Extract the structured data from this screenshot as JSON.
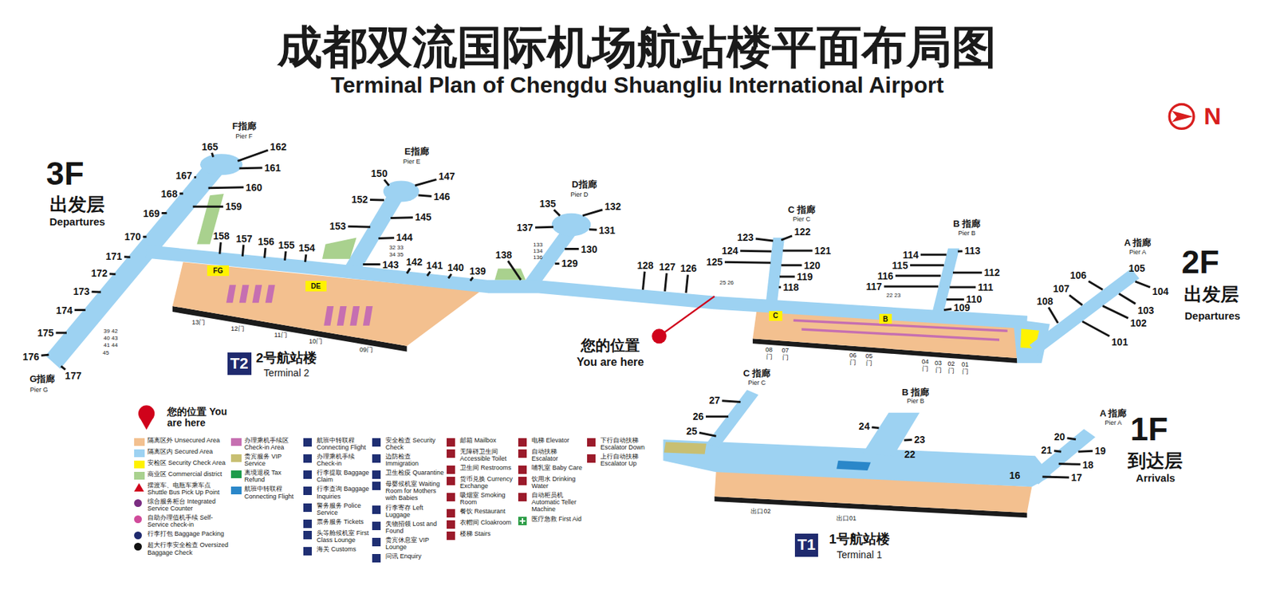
{
  "diagram": {
    "title": "成都双流国际机场航站楼平面布局图",
    "nodes": [
      {
        "text": [
          "FG"
        ]
      },
      {
        "text": [
          "DE"
        ]
      },
      {
        "text": [
          "T2"
        ]
      },
      {
        "text": [
          "C"
        ]
      },
      {
        "text": [
          "B"
        ]
      },
      {
        "text": [
          "T1"
        ]
      }
    ],
    "labels": [
      "Terminal Plan of Chengdu Shuangliu International Airport",
      "3F",
      "出发层",
      "Departures",
      "2F",
      "出发层",
      "Departures",
      "1F",
      "到达层",
      "Arrivals",
      "N",
      "您的位置",
      "You are here",
      "2号航站楼",
      "Terminal 2",
      "1号航站楼",
      "Terminal 1",
      "F指廊",
      "Pier F",
      "E指廊",
      "Pier E",
      "D指廊",
      "Pier D",
      "C 指廊",
      "Pier C",
      "B 指廊",
      "Pier B",
      "A 指廊",
      "Pier A",
      "G指廊",
      "Pier G",
      "C 指廊",
      "Pier C",
      "B 指廊",
      "Pier B",
      "A 指廊",
      "Pier A",
      "165",
      "162",
      "161",
      "167",
      "160",
      "168",
      "159",
      "169",
      "170",
      "158",
      "157",
      "156",
      "155",
      "154",
      "171",
      "172",
      "173",
      "174",
      "175",
      "176",
      "177",
      "150",
      "147",
      "152",
      "146",
      "145",
      "153",
      "144",
      "143",
      "142",
      "141",
      "140",
      "139",
      "135",
      "132",
      "137",
      "131",
      "130",
      "138",
      "129",
      "133",
      "134",
      "136",
      "128",
      "127",
      "126",
      "125",
      "124",
      "123",
      "122",
      "121",
      "120",
      "119",
      "118",
      "25 26",
      "114",
      "113",
      "115",
      "112",
      "116",
      "111",
      "117",
      "110",
      "109",
      "22 23",
      "106",
      "105",
      "107",
      "104",
      "108",
      "103",
      "102",
      "101",
      "27",
      "26",
      "25",
      "24",
      "23",
      "22",
      "20",
      "21",
      "19",
      "18",
      "17",
      "16",
      "39 42",
      "40 43",
      "41 44",
      "45",
      "32 33",
      "34 35",
      "13门",
      "12门",
      "11门",
      "10门",
      "09门",
      "08门",
      "07门",
      "06门",
      "05门",
      "04门",
      "03门",
      "02门",
      "01门",
      "出口02",
      "出口01"
    ],
    "legend": [
      {
        "text": "您的位置 You are here"
      },
      {
        "text": "隔离区外 Unsecured Area",
        "color": "#f3c08f"
      },
      {
        "text": "隔离区内 Secured Area",
        "color": "#9dd2f2"
      },
      {
        "text": "安检区 Security Check Area",
        "color": "#fff200"
      },
      {
        "text": "商业区 Commercial district",
        "color": "#a9d18e"
      },
      {
        "text": "摆渡车、电瓶车乘车点 Shuttle Bus Pick Up Point"
      },
      {
        "text": "综合服务柜台 Integrated Service Counter"
      },
      {
        "text": "自助办理值机手续 Self-Service check-in"
      },
      {
        "text": "行李打包 Baggage Packing"
      },
      {
        "text": "超大行李安全检查 Oversized Baggage Check"
      },
      {
        "text": "办理乘机手续区 Check-in Area",
        "color": "#c66fb1"
      },
      {
        "text": "贵宾服务 VIP Service",
        "color": "#c8bf72"
      },
      {
        "text": "离境退税 Tax Refund",
        "color": "#1e9b4b"
      },
      {
        "text": "航班中转联程 Connecting Flight",
        "color": "#2a87c9"
      },
      {
        "text": "航班中转联程 Connecting Flight"
      },
      {
        "text": "办理乘机手续 Check-in"
      },
      {
        "text": "行李提取 Baggage Claim"
      },
      {
        "text": "行李查询 Baggage Inquiries"
      },
      {
        "text": "警务服务 Police Service"
      },
      {
        "text": "票务服务 Tickets"
      },
      {
        "text": "头等舱候机室 First Class Lounge"
      },
      {
        "text": "海关 Customs"
      },
      {
        "text": "安全检查 Security Check"
      },
      {
        "text": "边防检查 Immigration"
      },
      {
        "text": "卫生检疫 Quarantine"
      },
      {
        "text": "母婴候机室 Waiting Room for Mothers with Babies"
      },
      {
        "text": "行李寄存 Left Luggage"
      },
      {
        "text": "失物招领 Lost and Found"
      },
      {
        "text": "贵宾休息室 VIP Lounge"
      },
      {
        "text": "问讯 Enquiry"
      },
      {
        "text": "邮箱 Mailbox"
      },
      {
        "text": "无障碍卫生间 Accessible Toilet"
      },
      {
        "text": "卫生间 Restrooms"
      },
      {
        "text": "货币兑换 Currency Exchange"
      },
      {
        "text": "吸烟室 Smoking Room"
      },
      {
        "text": "餐饮 Restaurant"
      },
      {
        "text": "衣帽间 Cloakroom"
      },
      {
        "text": "楼梯 Stairs"
      },
      {
        "text": "电梯 Elevator"
      },
      {
        "text": "自动扶梯 Escalator"
      },
      {
        "text": "哺乳室 Baby Care"
      },
      {
        "text": "饮用水 Drinking Water"
      },
      {
        "text": "自动柜员机 Automatic Teller Machine"
      },
      {
        "text": "医疗急救 First Aid"
      },
      {
        "text": "下行自动扶梯 Escalator Down"
      },
      {
        "text": "上行自动扶梯 Escalator Up"
      }
    ]
  }
}
